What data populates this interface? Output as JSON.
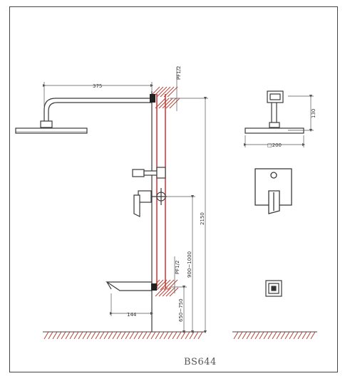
{
  "drawing": {
    "model": "BS644",
    "dimensions": {
      "arm_length": "375",
      "pipe_thread_top": "PF1/2",
      "total_height": "2150",
      "mixer_height_range": "900~1000",
      "pipe_thread_bottom": "PF1/2",
      "spout_height_range": "650~750",
      "spout_length": "144",
      "head_drop": "130",
      "head_size": "□200"
    }
  },
  "colors": {
    "line": "#3a3a3a",
    "pipe": "#d32020",
    "hatch": "#c0392b",
    "dim_line": "#555555"
  }
}
